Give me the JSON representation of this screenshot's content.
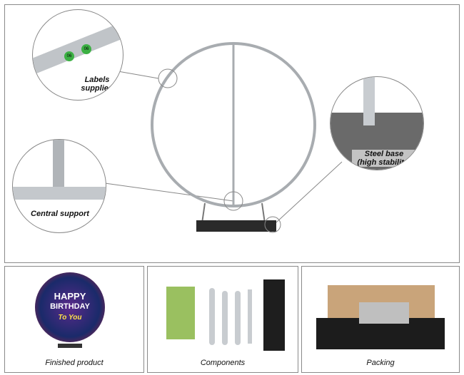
{
  "callouts": {
    "labels": {
      "line1": "Labels",
      "line2": "supplied",
      "tag1": "06",
      "tag2": "06"
    },
    "central": {
      "text": "Central support"
    },
    "steel": {
      "line1": "Steel base",
      "line2": "(high stability)"
    }
  },
  "bottom": {
    "finished": {
      "caption": "Finished product",
      "sign_line1": "HAPPY",
      "sign_line2": "BIRTHDAY",
      "sign_line3": "To You"
    },
    "components": {
      "caption": "Components"
    },
    "packing": {
      "caption": "Packing"
    }
  },
  "colors": {
    "frame": "#b8bcc0",
    "tag": "#3cb043",
    "base": "#2a2a2a"
  }
}
